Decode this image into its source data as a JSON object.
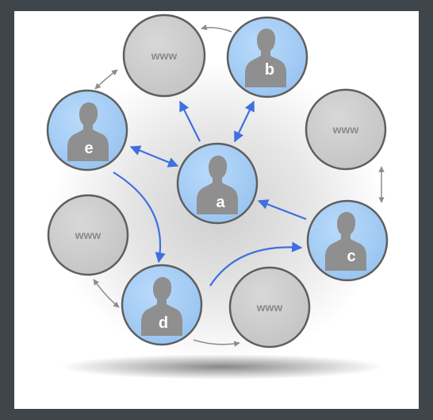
{
  "diagram": {
    "people": [
      {
        "id": "a",
        "label": "a"
      },
      {
        "id": "b",
        "label": "b"
      },
      {
        "id": "c",
        "label": "c"
      },
      {
        "id": "d",
        "label": "d"
      },
      {
        "id": "e",
        "label": "e"
      }
    ],
    "websites": [
      {
        "id": "w1",
        "label": "www"
      },
      {
        "id": "w2",
        "label": "www"
      },
      {
        "id": "w3",
        "label": "www"
      },
      {
        "id": "w4",
        "label": "www"
      }
    ],
    "social_links": [
      {
        "from": "a",
        "to": "w1",
        "style": "one-way"
      },
      {
        "from": "a",
        "to": "b",
        "style": "two-way"
      },
      {
        "from": "a",
        "to": "e",
        "style": "two-way"
      },
      {
        "from": "c",
        "to": "a",
        "style": "one-way"
      },
      {
        "from": "e",
        "to": "d",
        "style": "one-way"
      },
      {
        "from": "d",
        "to": "c",
        "style": "one-way"
      }
    ],
    "web_links": [
      {
        "from": "b",
        "to": "w1",
        "style": "one-way"
      },
      {
        "from": "w1",
        "to": "e",
        "style": "two-way"
      },
      {
        "from": "w2",
        "to": "c",
        "style": "two-way"
      },
      {
        "from": "w4",
        "to": "d",
        "style": "two-way"
      },
      {
        "from": "d",
        "to": "w3",
        "style": "one-way"
      }
    ],
    "colors": {
      "background": "#3e464c",
      "panel": "#ffffff",
      "person_fill": "#a9d0f5",
      "silhouette": "#8f8f8f",
      "www_fill": "#cfcfcf",
      "ring": "#5f5f5f",
      "social_arrow": "#3f6fe0",
      "web_arrow": "#8c8c8c"
    }
  }
}
